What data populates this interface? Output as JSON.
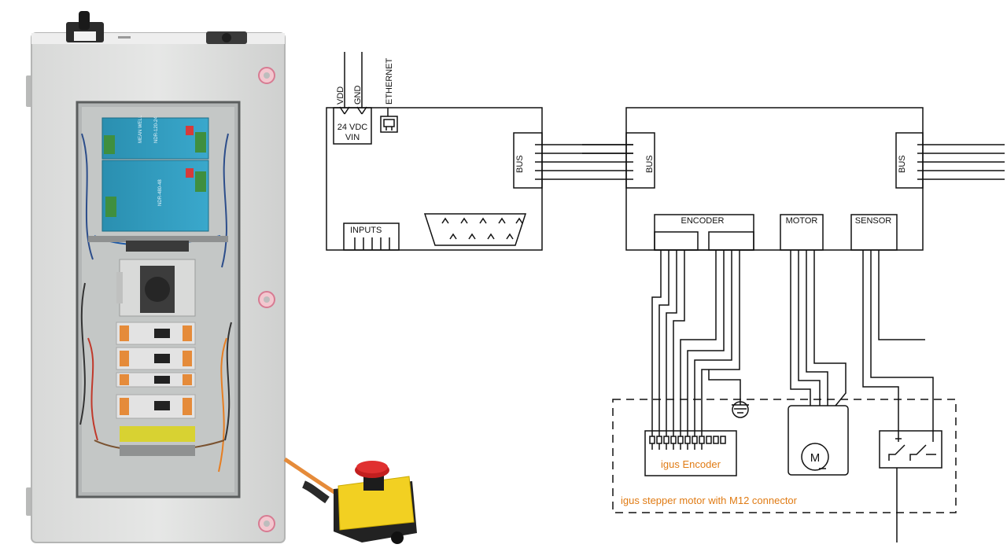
{
  "photo": {
    "psu_top_model": "NDR-120-24",
    "psu_bottom_model": "NDR-480-48",
    "psu_brand": "MEAN WELL"
  },
  "controller": {
    "power_pins": [
      "VDD",
      "GND"
    ],
    "ethernet_label": "ETHERNET",
    "power_block_line1": "24 VDC",
    "power_block_line2": "VIN",
    "bus_label": "BUS",
    "inputs_label": "INPUTS"
  },
  "drive": {
    "bus_left_label": "BUS",
    "bus_right_label": "BUS",
    "encoder_label": "ENCODER",
    "motor_label": "MOTOR",
    "sensor_label": "SENSOR"
  },
  "motor_assembly": {
    "encoder_label": "igus Encoder",
    "motor_symbol": "M",
    "assembly_label": "igus stepper motor with M12 connector",
    "label_color": "#e07b14"
  }
}
